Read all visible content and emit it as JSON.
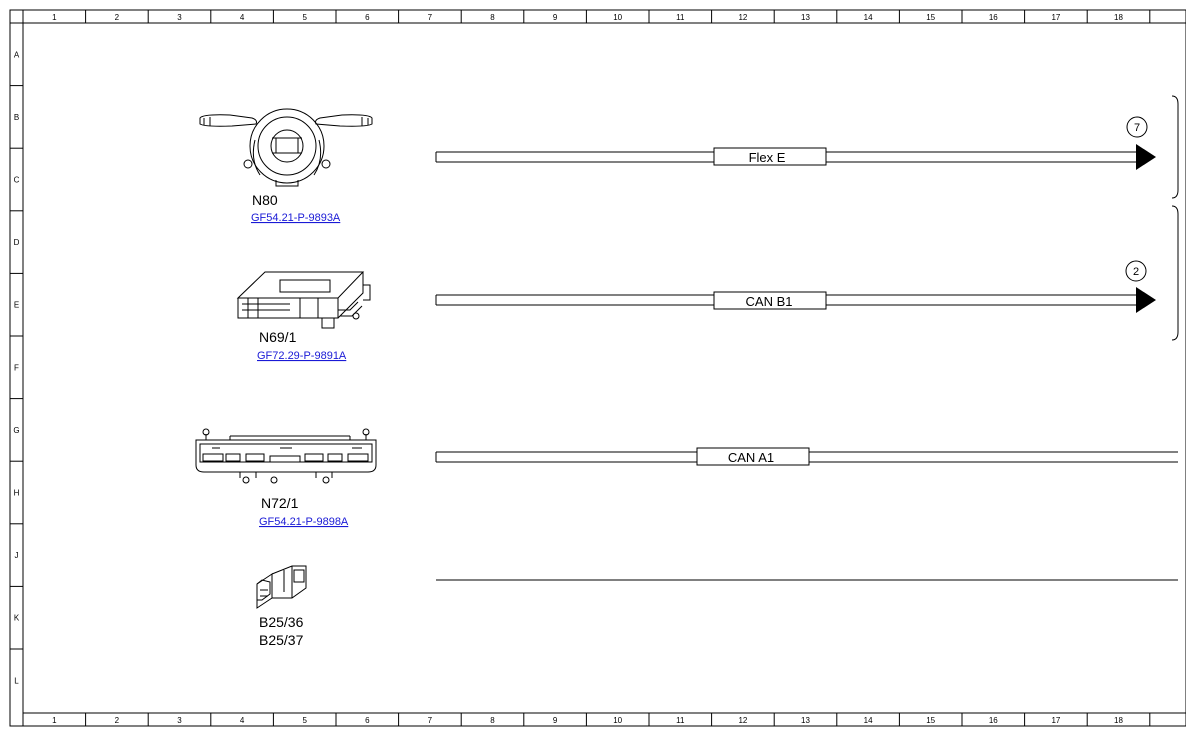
{
  "ruler": {
    "columns": [
      "1",
      "2",
      "3",
      "4",
      "5",
      "6",
      "7",
      "8",
      "9",
      "10",
      "11",
      "12",
      "13",
      "14",
      "15",
      "16",
      "17",
      "18"
    ],
    "rows": [
      "A",
      "B",
      "C",
      "D",
      "E",
      "F",
      "G",
      "H",
      "J",
      "K",
      "L"
    ]
  },
  "components": [
    {
      "id": "N80",
      "ref": "GF54.21-P-9893A"
    },
    {
      "id": "N69/1",
      "ref": "GF72.29-P-9891A"
    },
    {
      "id": "N72/1",
      "ref": "GF54.21-P-9898A"
    },
    {
      "id": "B25/36",
      "id2": "B25/37"
    }
  ],
  "buses": [
    {
      "label": "Flex E",
      "connector": "7"
    },
    {
      "label": "CAN B1",
      "connector": "2"
    },
    {
      "label": "CAN A1"
    }
  ]
}
